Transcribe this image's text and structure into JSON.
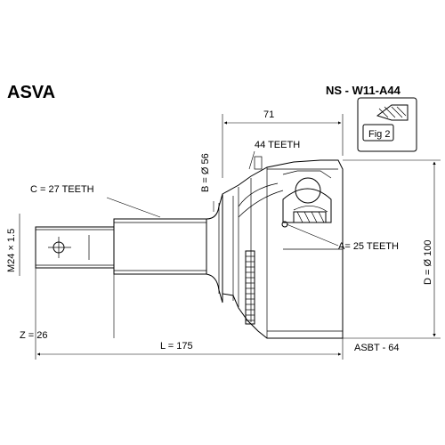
{
  "header": {
    "brand": "ASVA",
    "part_number": "NS - W11-A44"
  },
  "labels": {
    "fig": "Fig 2",
    "length_top": "71",
    "outer_teeth": "44 TEETH",
    "flange_dia": "B = Ø 56",
    "shaft_teeth": "C = 27 TEETH",
    "thread": "M24 × 1.5",
    "inner_teeth": "A= 25 TEETH",
    "outer_dia": "D = Ø 100",
    "z_value": "Z = 26",
    "length_total": "L = 175",
    "ref_code": "ASBT - 64"
  }
}
